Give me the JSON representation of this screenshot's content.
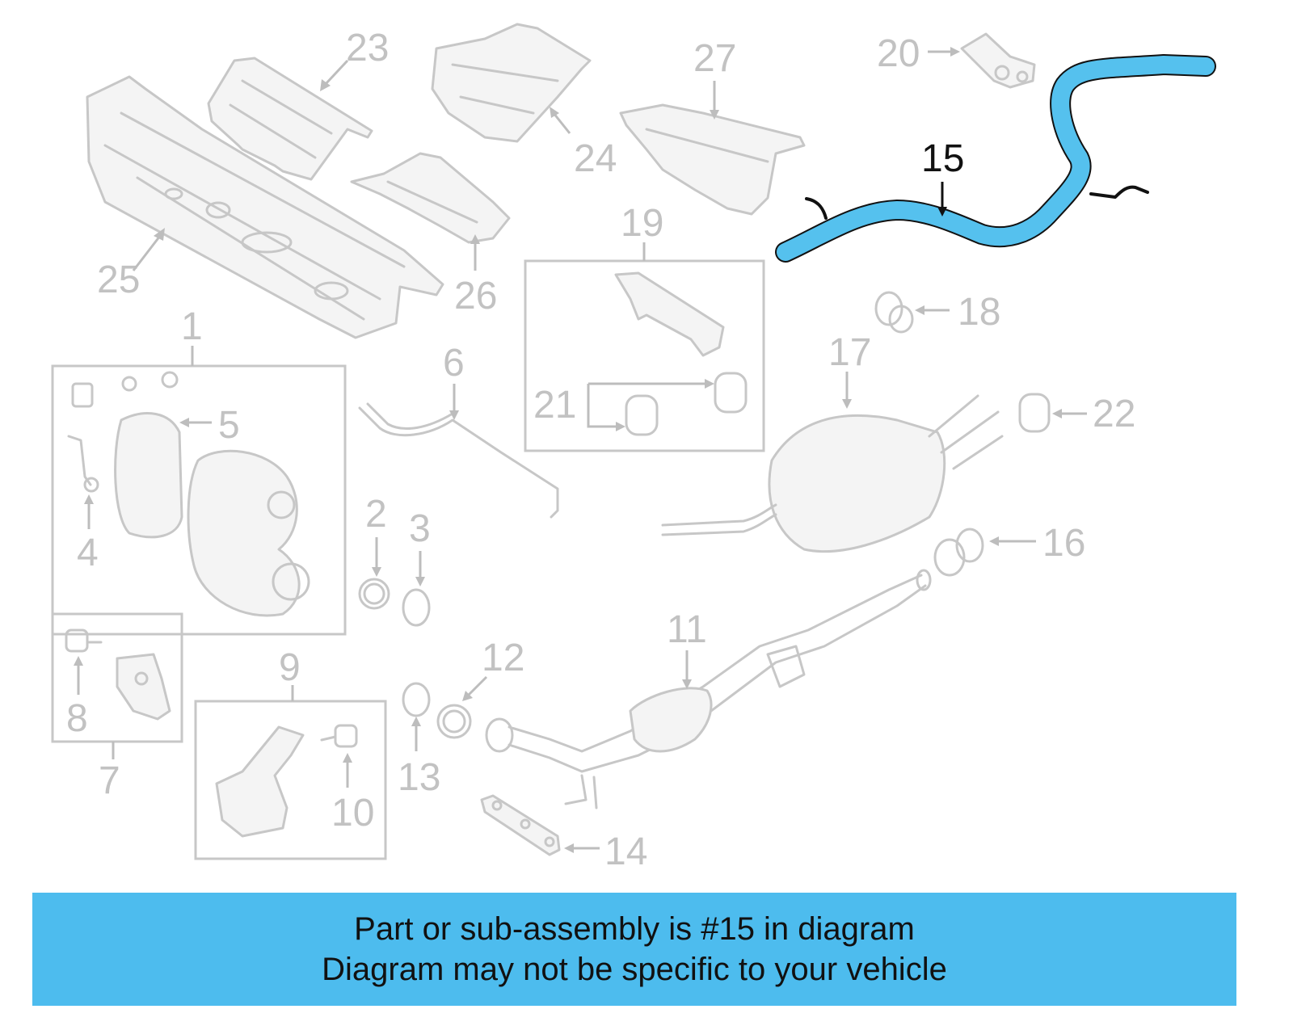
{
  "callouts": {
    "c1": "1",
    "c2": "2",
    "c3": "3",
    "c4": "4",
    "c5": "5",
    "c6": "6",
    "c7": "7",
    "c8": "8",
    "c9": "9",
    "c10": "10",
    "c11": "11",
    "c12": "12",
    "c13": "13",
    "c14": "14",
    "c15": "15",
    "c16": "16",
    "c17": "17",
    "c18": "18",
    "c19": "19",
    "c20": "20",
    "c21": "21",
    "c22": "22",
    "c23": "23",
    "c24": "24",
    "c25": "25",
    "c26": "26",
    "c27": "27"
  },
  "highlighted_part": "15",
  "colors": {
    "highlight": "#55c1ee",
    "banner": "#4dbcee",
    "inactive_callout": "#c2c2c2",
    "active_callout": "#111111"
  },
  "banner": {
    "line1": "Part or sub-assembly is #15 in diagram",
    "line2": "Diagram may not be specific to your vehicle"
  }
}
